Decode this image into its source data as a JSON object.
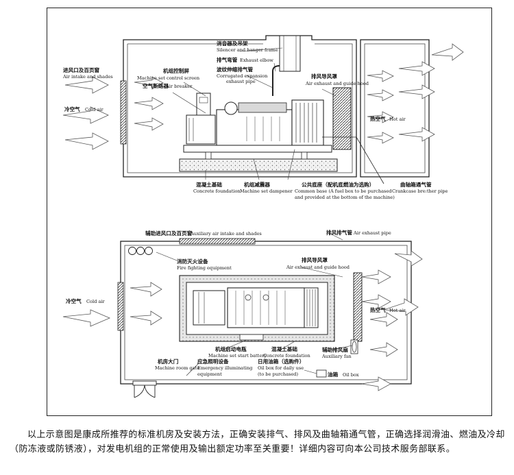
{
  "top_view": {
    "air_intake": {
      "zh": "进风口及百页窗",
      "en": "Air intake and shades"
    },
    "cold_air": {
      "zh": "冷空气",
      "en": "Cold air"
    },
    "control_screen": {
      "zh": "机组控制屏",
      "en": "Machine set control screen"
    },
    "air_breaker": {
      "zh": "空气断路器",
      "en": "Air breaker"
    },
    "silencer": {
      "zh": "消音器及吊架",
      "en": "Silencer and hanger frame"
    },
    "exhaust_elbow": {
      "zh": "排气弯管",
      "en": "Exhaust elbow"
    },
    "expansion_pipe": {
      "zh": "波纹伸缩排气管",
      "en1": "Corrugated expansion",
      "en2": "exhaust pipe"
    },
    "guide_hood": {
      "zh": "排风导风罩",
      "en": "Air exhaust and guide hood"
    },
    "hot_air": {
      "zh": "热空气",
      "en": "Hot air"
    },
    "concrete": {
      "zh": "混凝土基础",
      "en": "Concrete foundation"
    },
    "dampener": {
      "zh": "机组减震器",
      "en": "Machine set dampener"
    },
    "common_base": {
      "zh": "公共底座（配机底燃油为选购）",
      "en1": "Common base (A fuel box to be purchased",
      "en2": "and provided at the bottom of the machine)"
    },
    "crankcase": {
      "zh": "曲轴箱通气管",
      "en": "Crankcase bre:ther pipe"
    }
  },
  "bottom_view": {
    "aux_intake": {
      "zh": "辅助进风口及百页窗",
      "en": "Auxiliary air intake and shades"
    },
    "exhaust_pipe": {
      "zh": "排风排气管",
      "en": "Air exhaust pipe"
    },
    "fire": {
      "zh": "消防灭火设备",
      "en": "Fire fighting equipment"
    },
    "guide_hood": {
      "zh": "排风导风罩",
      "en": "Air exhaust and guide hood"
    },
    "cold_air": {
      "zh": "冷空气",
      "en": "Cold air"
    },
    "hot_air": {
      "zh": "热空气",
      "en": "Hot air"
    },
    "battery": {
      "zh": "机组启动电瓶",
      "en": "Machine set start battery"
    },
    "concrete": {
      "zh": "混凝土基础",
      "en": "Concrete foundation"
    },
    "aux_fan": {
      "zh": "辅助排风扇",
      "en": "Auxiliary fan"
    },
    "gate": {
      "zh": "机房大门",
      "en": "Machine room gate"
    },
    "emergency": {
      "zh": "应急照明设备",
      "en1": "Emergency illuminating",
      "en2": "equipment"
    },
    "oil_daily": {
      "zh": "日用油箱（选购件）",
      "en1": "Oil box for daily use",
      "en2": "(to be purchased)"
    },
    "oil_box": {
      "zh": "油箱",
      "en": "Oil box"
    }
  },
  "caption": "以上示意图是康成所推荐的标准机房及安装方法，正确安装排气、排风及曲轴箱通气管，正确选择润滑油、燃油及冷却（防冻液或防锈液），对发电机组的正常使用及输出额定功率至关重要！详细内容可向本公司技术服务部联系。"
}
